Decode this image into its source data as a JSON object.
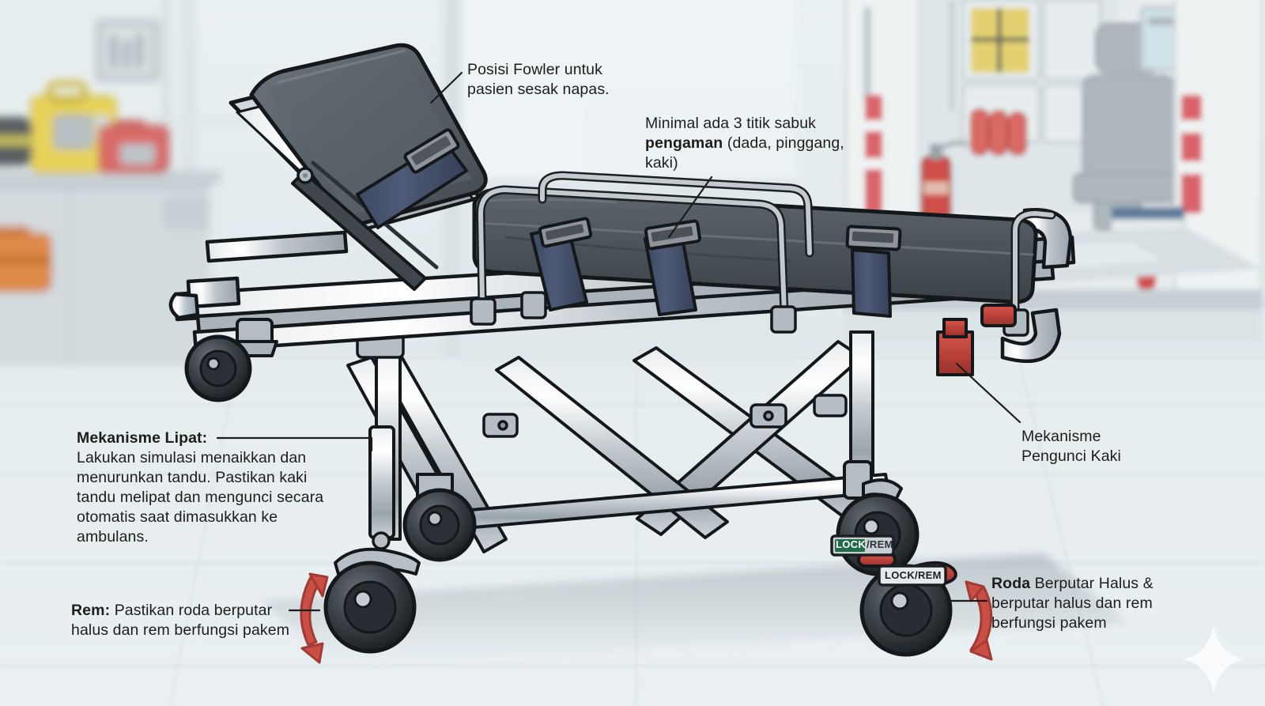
{
  "scene": {
    "title": "Ilustrasi tandu ambulans (stretcher)",
    "setting": "ruang ambulans dengan pintu belakang terbuka"
  },
  "colors": {
    "background_top": "#e8eff1",
    "background_floor": "#e4ebee",
    "frame_metal": "#b9c2c7",
    "mattress_dark": "#4b5358",
    "strap_blue": "#46536e",
    "lock_red": "#c0413a",
    "arrow_red": "#c94f45",
    "lock_badge_green": "#1f6b4a",
    "text": "#1d1d1b"
  },
  "annotations": {
    "fowler": {
      "id": "posisi-fowler",
      "lines": [
        "Posisi Fowler untuk",
        "pasien sesak napas."
      ]
    },
    "belts": {
      "id": "sabuk-pengaman",
      "line1": "Minimal ada 3 titik sabuk",
      "bold": "pengaman",
      "line2_rest": " (dada, pinggang,",
      "line3": "kaki)"
    },
    "fold": {
      "id": "mekanisme-lipat",
      "heading": "Mekanisme Lipat:",
      "body": "Lakukan simulasi menaikkan dan menurunkan tandu. Pastikan kaki tandu melipat dan mengunci secara otomatis saat dimasukkan ke ambulans."
    },
    "foot_lock": {
      "id": "mekanisme-pengunci-kaki",
      "lines": [
        "Mekanisme",
        "Pengunci Kaki"
      ]
    },
    "brake": {
      "id": "rem",
      "bold": "Rem:",
      "rest": " Pastikan roda berputar",
      "line2": "halus dan rem berfungsi pakem"
    },
    "wheels": {
      "id": "roda",
      "bold": "Roda",
      "rest": " Berputar Halus &",
      "line2": "berputar halus dan rem",
      "line3": "berfungsi pakem"
    }
  },
  "labels": {
    "caster_lock_rear": {
      "green": "LOCK",
      "grey": "/REM"
    },
    "caster_lock_front": "LOCK/REM"
  },
  "equipment": {
    "defibrillator_yellow": "defibrilator kuning",
    "bag_red": "tas medis merah",
    "bag_orange": "tas medis oranye",
    "wall_cabinet": "lemari dinding",
    "fire_extinguisher": "alat pemadam api",
    "driver_seat": "kursi petugas",
    "ambulance_door": "pintu belakang ambulans"
  }
}
